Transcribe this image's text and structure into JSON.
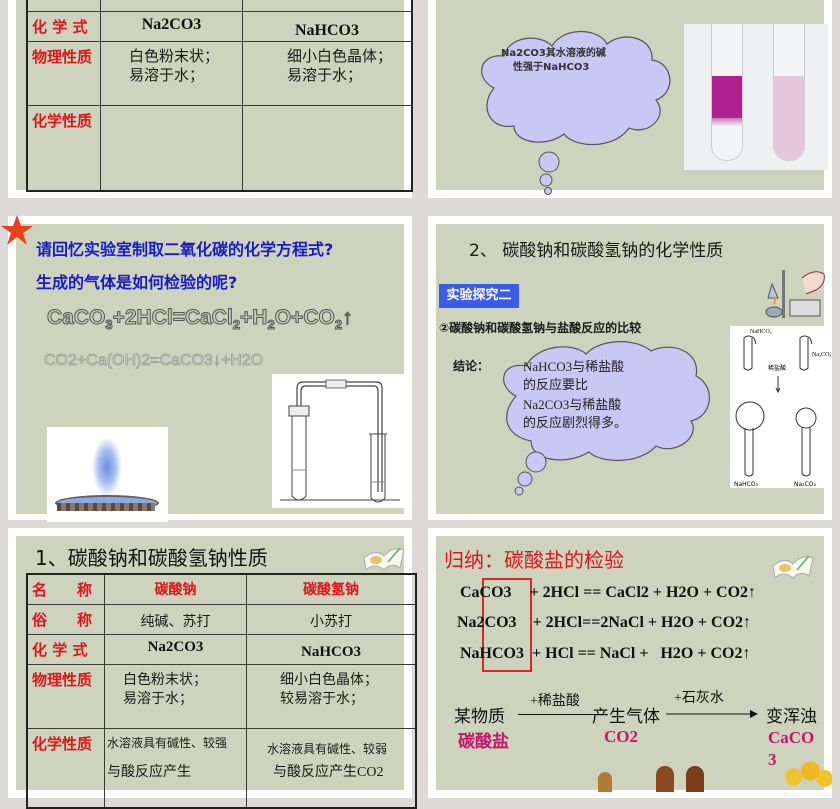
{
  "slides": {
    "s1": {
      "table": {
        "rows": [
          {
            "label": "化 学 式",
            "c1": "Na2CO3",
            "c2": "NaHCO3"
          },
          {
            "label": "物理性质",
            "c1": [
              "白色粉末状；",
              "易溶于水；"
            ],
            "c2": [
              "细小白色晶体；",
              "易溶于水；"
            ]
          },
          {
            "label": "化学性质",
            "c1": "",
            "c2": ""
          }
        ]
      }
    },
    "s2": {
      "cloud_text": [
        "Na2CO3其水溶液的碱",
        "性强于NaHCO3"
      ],
      "image": "test-tubes-phenolphthalein-photo"
    },
    "s3": {
      "q1": "请回忆实验室制取二氧化碳的化学方程式?",
      "q2": "生成的气体是如何检验的呢?",
      "eq1": {
        "parts": [
          "CaCO",
          "3",
          "+2HCl=CaCl",
          "2",
          "+H",
          "2",
          "O+CO",
          "2",
          "↑"
        ]
      },
      "eq2": "CO2+Ca(OH)2=CaCO3↓+H2O",
      "images": [
        "fountain-image",
        "gas-apparatus-diagram"
      ]
    },
    "s4": {
      "title": "2、 碳酸钠和碳酸氢钠的化学性质",
      "badge": "实验探究二",
      "subtitle": "②碳酸钠和碳酸氢钠与盐酸反应的比较",
      "conclusion_label": "结论：",
      "cloud_text": [
        "NaHCO3与稀盐酸",
        "的反应要比",
        "Na2CO3与稀盐酸",
        "的反应剧烈得多。"
      ],
      "diagram_labels": {
        "top_left": "NaHCO₃",
        "top_right": "Na₂CO₃",
        "acid": "稀盐酸",
        "bottom_left": "NaHCO₃",
        "bottom_right": "Na₂CO₃"
      }
    },
    "s5": {
      "title": "1、碳酸钠和碳酸氢钠性质",
      "table": {
        "rows": [
          {
            "label": "名　　称",
            "c1": "碳酸钠",
            "c2": "碳酸氢钠"
          },
          {
            "label": "俗　　称",
            "c1": "纯碱、苏打",
            "c2": "小苏打"
          },
          {
            "label": "化 学 式",
            "c1": "Na2CO3",
            "c2": "NaHCO3"
          },
          {
            "label": "物理性质",
            "c1": [
              "白色粉末状；",
              "易溶于水；"
            ],
            "c2": [
              "细小白色晶体；",
              "较易溶于水；"
            ]
          },
          {
            "label": "化学性质",
            "c1": [
              "水溶液具有碱性、较强",
              "与酸反应产生"
            ],
            "c2": [
              "水溶液具有碱性、较弱",
              "与酸反应产生CO2"
            ]
          }
        ]
      }
    },
    "s6": {
      "title": "归纳：碳酸盐的检验",
      "equations": [
        {
          "left": "CaCO3",
          "right": "+ 2HCl == CaCl2 + H2O + CO2↑"
        },
        {
          "left": "Na2CO3",
          "right": "+ 2HCl==2NaCl + H2O + CO2↑"
        },
        {
          "left": "NaHCO3",
          "right": "+ HCl == NaCl +   H2O + CO2↑"
        }
      ],
      "flow": {
        "start": "某物质",
        "arrow1": "+稀盐酸",
        "mid": "产生气体",
        "arrow2": "+石灰水",
        "end": "变浑浊",
        "start_sub": "碳酸盐",
        "mid_sub": "CO2",
        "end_sub": [
          "CaCO",
          "3"
        ]
      }
    }
  },
  "colors": {
    "page_bg": "#dcd9d6",
    "slide_bg": "#cdd3bd",
    "label_red": "#e0151b",
    "title_blue": "#1a1ac8",
    "badge_blue": "#3b5bea",
    "cloud": "#c9c8f5",
    "magenta": "#c2186b"
  }
}
